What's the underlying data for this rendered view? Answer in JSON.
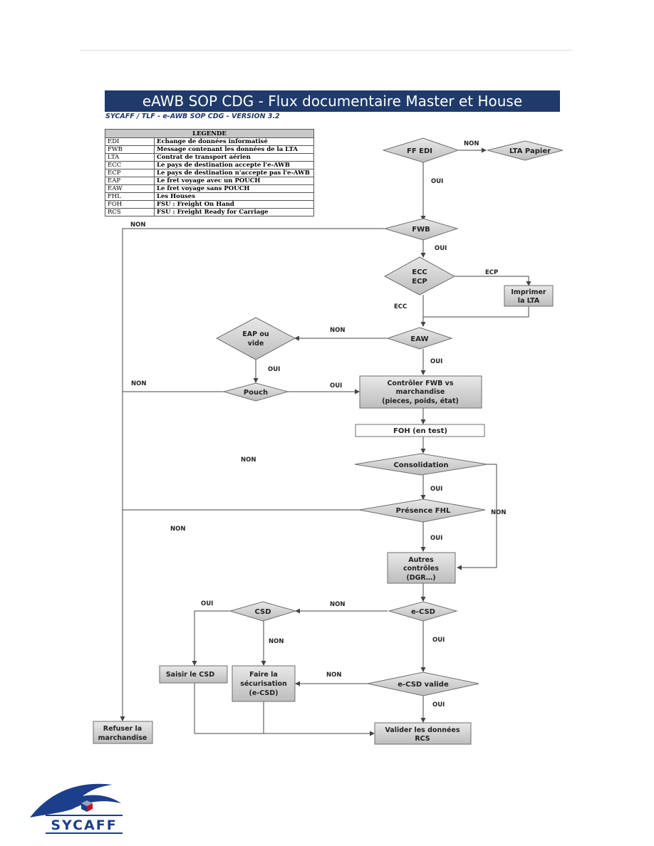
{
  "header": {
    "title": "eAWB SOP CDG - Flux documentaire Master et House",
    "subtitle": "SYCAFF / TLF - e-AWB SOP CDG - VERSION 3.2"
  },
  "legend": {
    "heading": "LEGENDE",
    "rows": [
      {
        "abbr": "EDI",
        "text": "Echange de données informatisé"
      },
      {
        "abbr": "FWB",
        "text": "Message contenant les données de la LTA"
      },
      {
        "abbr": "LTA",
        "text": "Contrat de transport aérien"
      },
      {
        "abbr": "ECC",
        "text": "Le pays de destination accepte l'e-AWB"
      },
      {
        "abbr": "ECP",
        "text": "Le pays de destination n'accepte pas l'e-AWB"
      },
      {
        "abbr": "EAP",
        "text": "Le fret voyage avec un POUCH"
      },
      {
        "abbr": "EAW",
        "text": "Le fret voyage sans POUCH"
      },
      {
        "abbr": "FHL",
        "text": "Les Houses"
      },
      {
        "abbr": "FOH",
        "text": "FSU : Freight On Hand"
      },
      {
        "abbr": "RCS",
        "text": "FSU : Freight Ready for Carriage"
      }
    ]
  },
  "nodes": {
    "ff_edi": [
      "FF EDI"
    ],
    "lta_papier": [
      "LTA Papier"
    ],
    "fwb": [
      "FWB"
    ],
    "ecc_ecp": [
      "ECC",
      "ECP"
    ],
    "imprimer_lta": [
      "Imprimer",
      "la LTA"
    ],
    "eap_vide": [
      "EAP ou",
      "vide"
    ],
    "eaw": [
      "EAW"
    ],
    "pouch": [
      "Pouch"
    ],
    "controler_fwb": [
      "Contrôler FWB vs",
      "marchandise",
      "(pieces, poids, état)"
    ],
    "foh": [
      "FOH (en test)"
    ],
    "consolidation": [
      "Consolidation"
    ],
    "presence_fhl": [
      "Présence FHL"
    ],
    "autres_controles": [
      "Autres",
      "contrôles",
      "(DGR…)"
    ],
    "csd": [
      "CSD"
    ],
    "e_csd": [
      "e-CSD"
    ],
    "saisir_csd": [
      "Saisir le CSD"
    ],
    "faire_securisation": [
      "Faire la",
      "sécurisation",
      "(e-CSD)"
    ],
    "e_csd_valide": [
      "e-CSD valide"
    ],
    "refuser": [
      "Refuser la",
      "marchandise"
    ],
    "valider_rcs": [
      "Valider les données",
      "RCS"
    ]
  },
  "edge_labels": {
    "non_ffedi": "NON",
    "oui_ffedi": "OUI",
    "non_fwb": "NON",
    "oui_fwb": "OUI",
    "ecp": "ECP",
    "ecc": "ECC",
    "non_eaw": "NON",
    "oui_eap": "OUI",
    "oui_eaw": "OUI",
    "non_pouch": "NON",
    "oui_pouch": "OUI",
    "non_mid": "NON",
    "oui_consolidation": "OUI",
    "non_consolidation": "NON",
    "non_fhl": "NON",
    "oui_fhl": "OUI",
    "oui_csd": "OUI",
    "non_ecsd": "NON",
    "non_csd": "NON",
    "oui_ecsd": "OUI",
    "non_ecsd_valide": "NON",
    "oui_ecsd_valide": "OUI"
  },
  "logo": {
    "text": "SYCAFF"
  },
  "colors": {
    "title_bg": "#1f3a6b",
    "shape_fill": "#cfcfcf",
    "shape_stroke": "#6e6e6e",
    "line": "#444444",
    "logo_blue": "#1c3f8c",
    "logo_red": "#c8102e"
  }
}
